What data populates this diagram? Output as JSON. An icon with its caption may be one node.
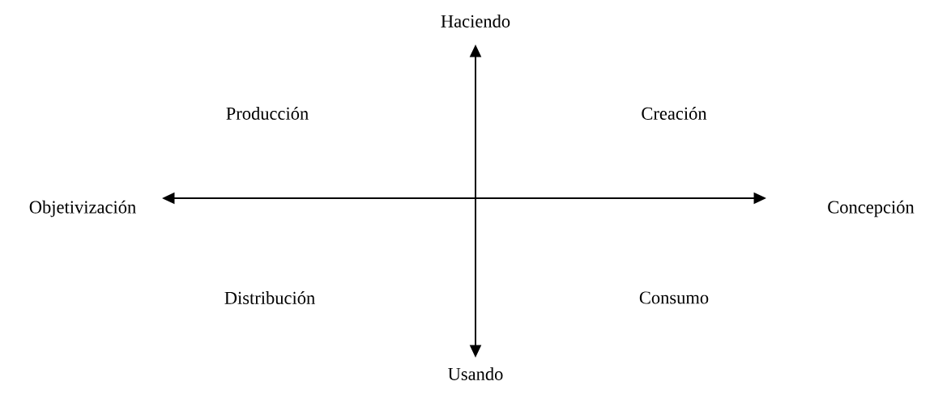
{
  "diagram": {
    "labels": [
      "Haciendo",
      "Producción",
      "Creación",
      "Objetivización",
      "Concepción",
      "Distribución",
      "Consumo",
      "Usando"
    ]
  }
}
